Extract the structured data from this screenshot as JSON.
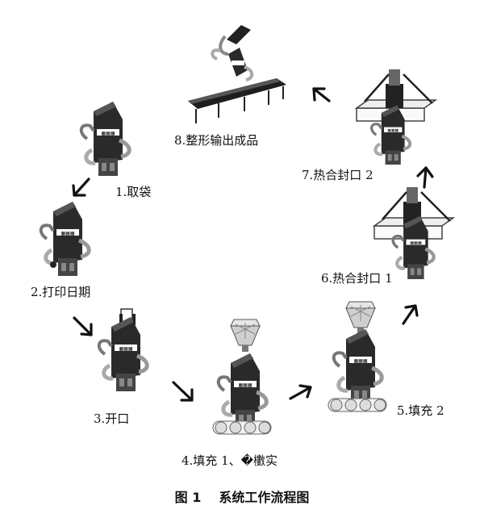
{
  "steps": [
    {
      "label": "1.取袋"
    },
    {
      "label": "2.打印日期"
    },
    {
      "label": "3.开口"
    },
    {
      "label": "4.填充 1、�櫢实"
    },
    {
      "label": "5.填充 2"
    },
    {
      "label": "6.热合封口 1"
    },
    {
      "label": "7.热合封口 2"
    },
    {
      "label": "8.整形输出成品"
    }
  ],
  "caption": {
    "figure": "图 1",
    "title": "系统工作流程图"
  }
}
